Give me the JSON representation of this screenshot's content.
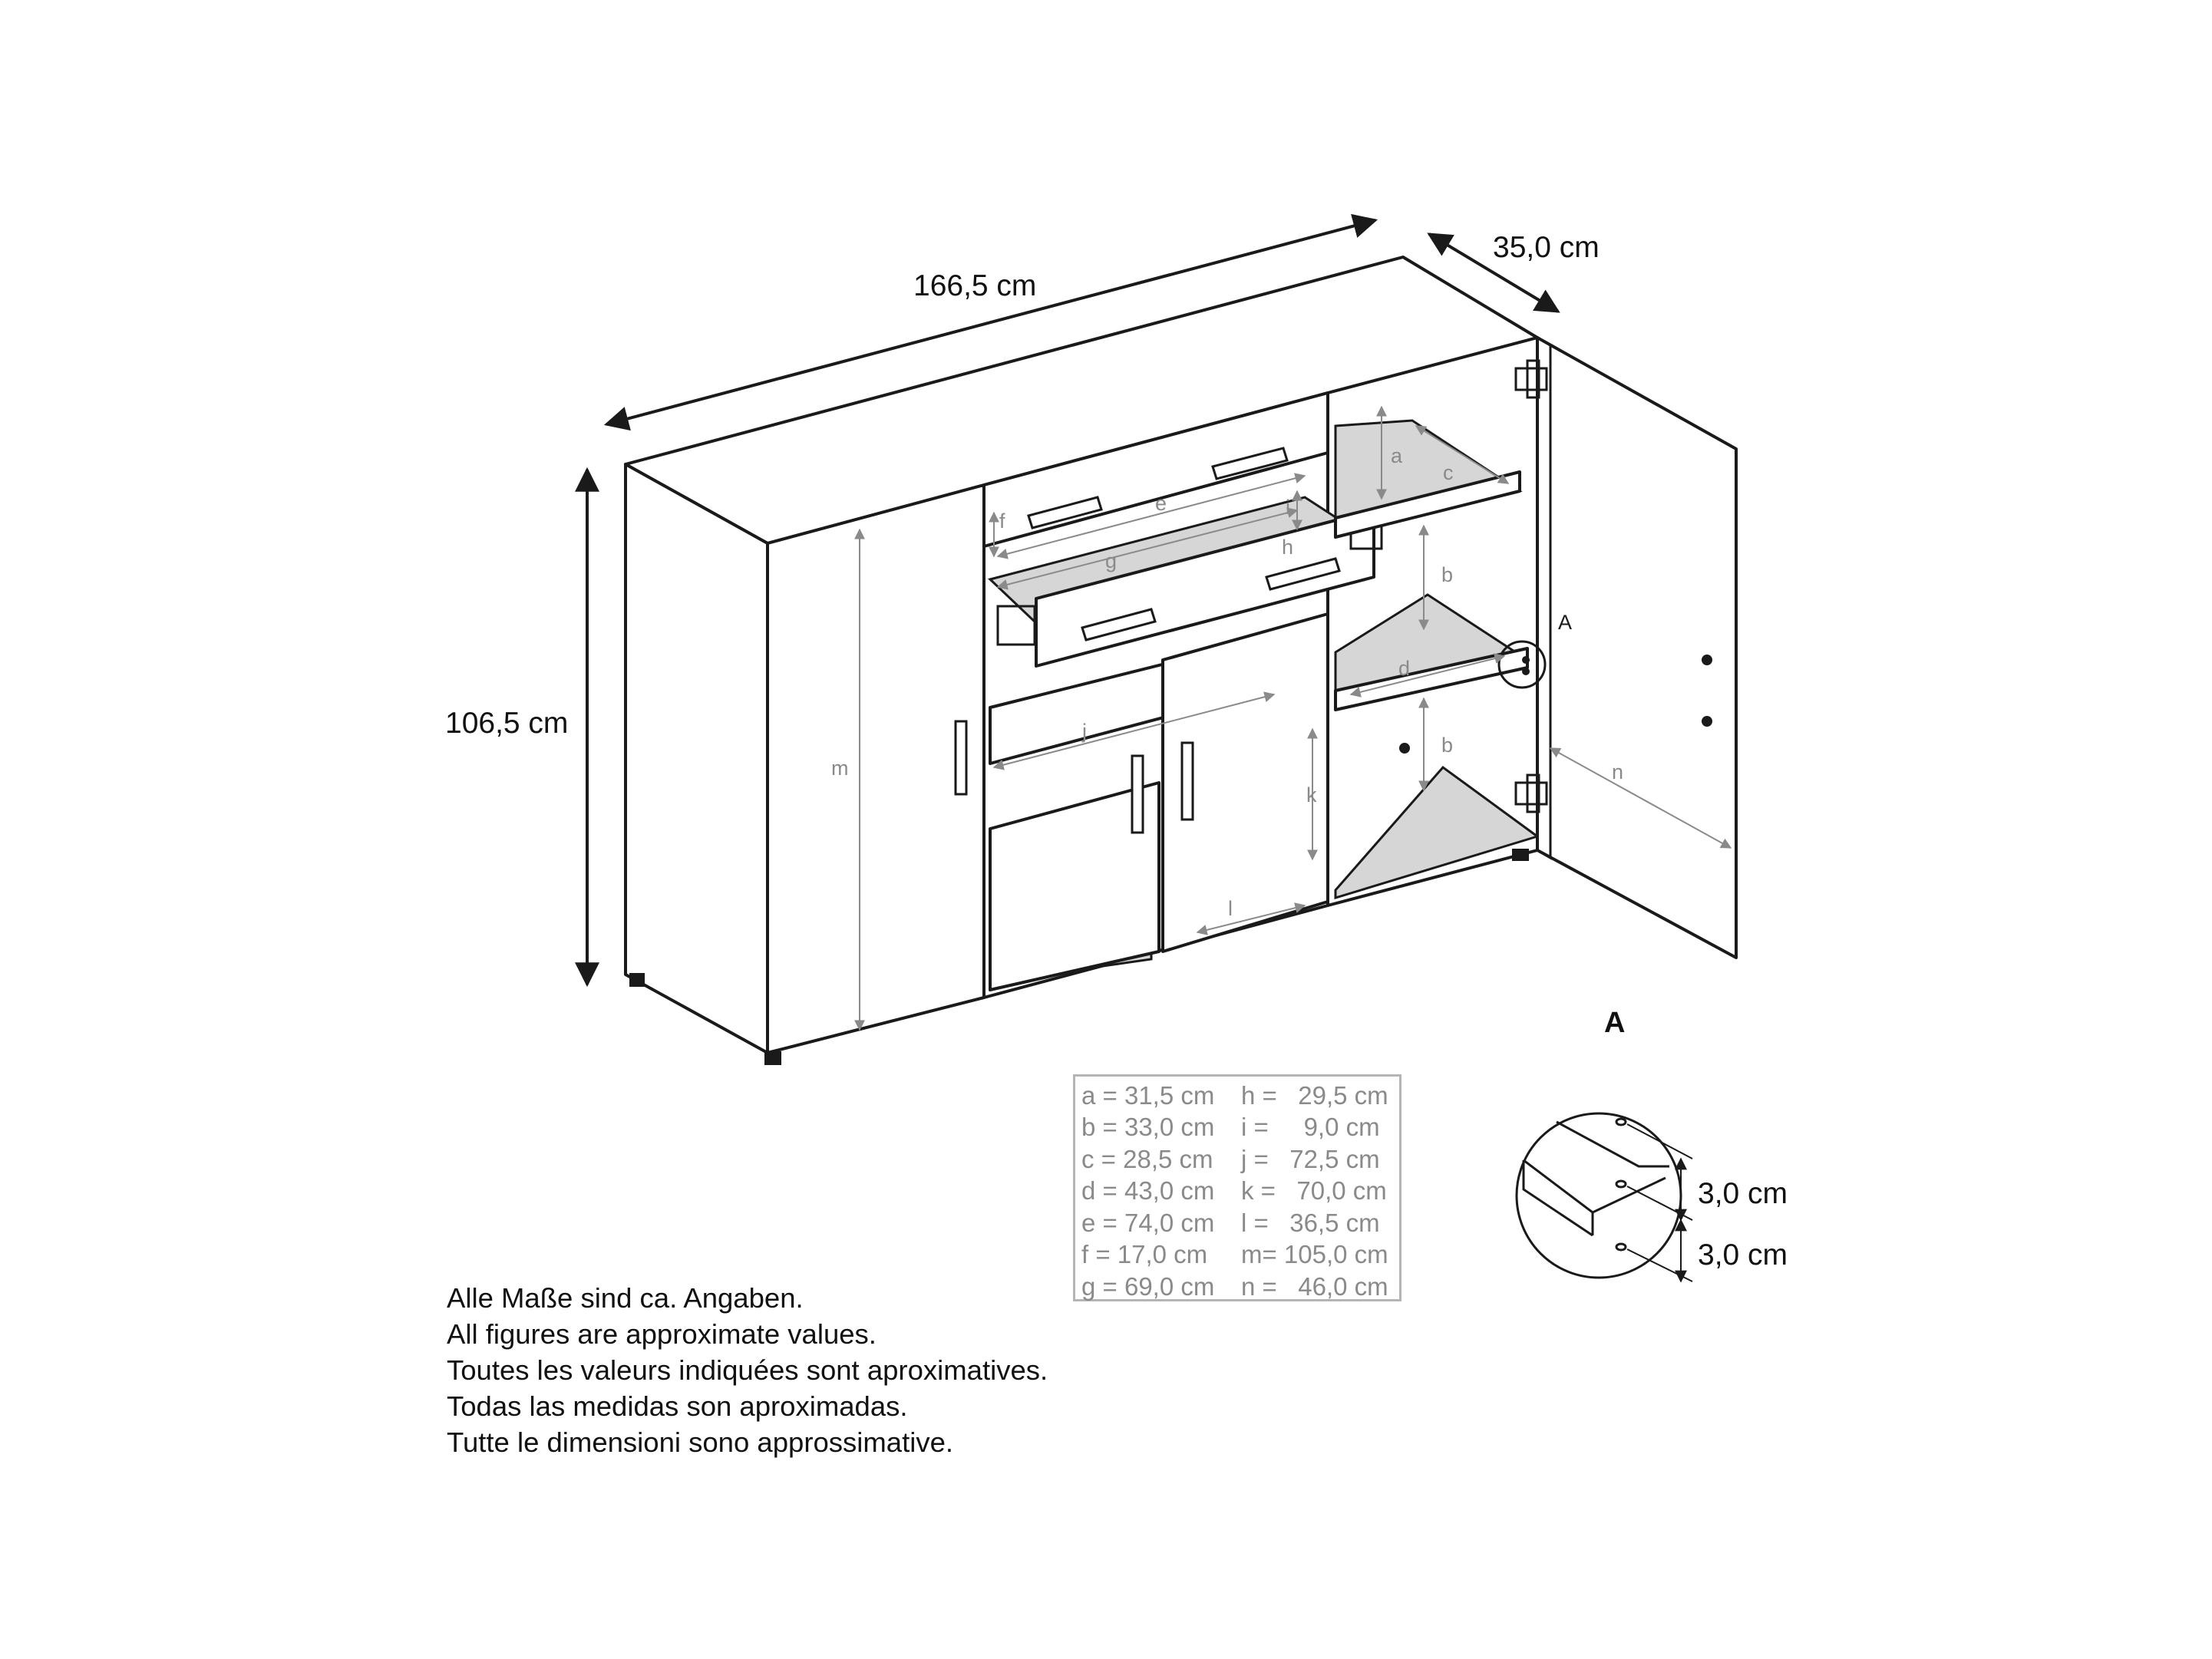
{
  "dimensions": {
    "width": "166,5 cm",
    "depth": "35,0 cm",
    "height": "106,5 cm"
  },
  "part_labels": {
    "a": "a",
    "b": "b",
    "c": "c",
    "d": "d",
    "e": "e",
    "f": "f",
    "g": "g",
    "h": "h",
    "i": "i",
    "j": "j",
    "k": "k",
    "l": "l",
    "m": "m",
    "n": "n"
  },
  "detail": {
    "marker": "A",
    "title": "A",
    "spacing_top": "3,0 cm",
    "spacing_bottom": "3,0 cm"
  },
  "measurements": [
    {
      "left": "a = 31,5 cm",
      "right": "h =   29,5 cm"
    },
    {
      "left": "b = 33,0 cm",
      "right": "i =     9,0 cm"
    },
    {
      "left": "c = 28,5 cm",
      "right": "j =   72,5 cm"
    },
    {
      "left": "d = 43,0 cm",
      "right": "k =   70,0 cm"
    },
    {
      "left": "e = 74,0 cm",
      "right": "l =   36,5 cm"
    },
    {
      "left": "f = 17,0 cm",
      "right": "m= 105,0 cm"
    },
    {
      "left": "g = 69,0 cm",
      "right": "n =   46,0 cm"
    }
  ],
  "notes": [
    "Alle Maße sind ca. Angaben.",
    "All figures are approximate values.",
    "Toutes les valeurs indiquées sont aproximatives.",
    "Todas las medidas son aproximadas.",
    "Tutte le dimensioni sono approssimative."
  ]
}
